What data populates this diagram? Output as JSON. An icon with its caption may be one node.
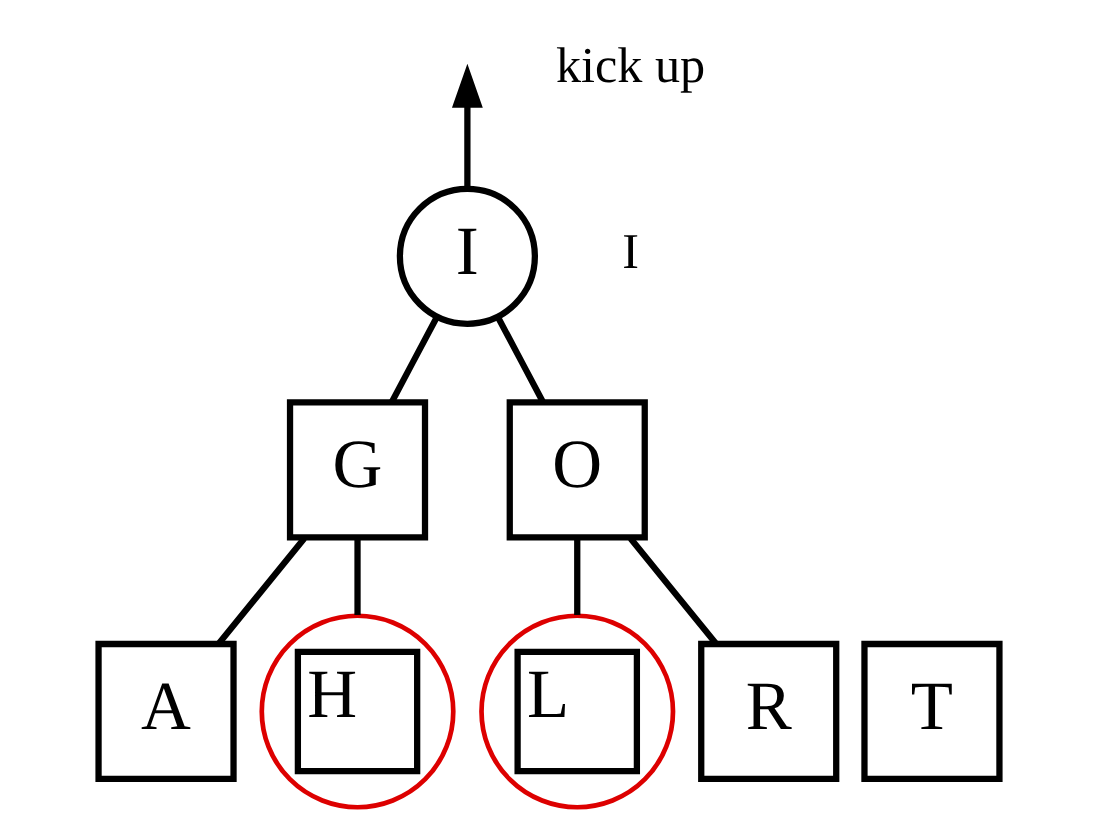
{
  "diagram": {
    "nodes": [
      {
        "text": [
          "I"
        ]
      },
      {
        "text": [
          "G"
        ]
      },
      {
        "text": [
          "O"
        ]
      },
      {
        "text": [
          "A"
        ]
      },
      {
        "text": [
          "H"
        ]
      },
      {
        "text": [
          "L"
        ]
      },
      {
        "text": [
          "R"
        ]
      },
      {
        "text": [
          "T"
        ]
      }
    ],
    "edges": [
      {
        "from": 0,
        "to": null,
        "arrow": "to"
      },
      {
        "from": 0,
        "to": 1,
        "arrow": "none"
      },
      {
        "from": 0,
        "to": 2,
        "arrow": "none"
      },
      {
        "from": 1,
        "to": 3,
        "arrow": "none"
      },
      {
        "from": 1,
        "to": 4,
        "arrow": "none"
      },
      {
        "from": 2,
        "to": 5,
        "arrow": "none"
      },
      {
        "from": 2,
        "to": 6,
        "arrow": "none"
      }
    ],
    "labels": [
      "kick up",
      "I"
    ]
  }
}
